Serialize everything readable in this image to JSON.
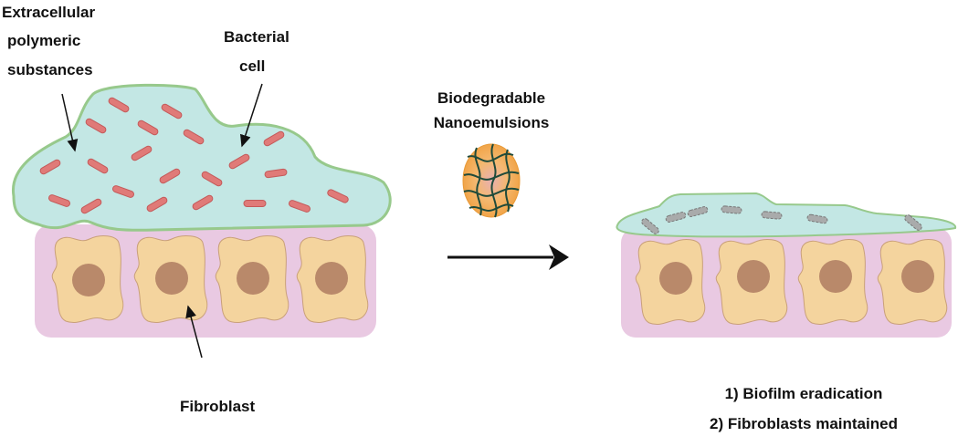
{
  "labels": {
    "eps_line1": "Extracellular",
    "eps_line2": "polymeric",
    "eps_line3": "substances",
    "bacterial_line1": "Bacterial",
    "bacterial_line2": "cell",
    "fibroblast": "Fibroblast",
    "nano_line1": "Biodegradable",
    "nano_line2": "Nanoemulsions",
    "result1": "1) Biofilm eradication",
    "result2": "2) Fibroblasts maintained"
  },
  "colors": {
    "tissue": "#e9c9e2",
    "cell": "#f4d49e",
    "nucleus": "#b9896a",
    "biofilm": "#c3e7e4",
    "biofilm_border": "#97c98c",
    "bacteria_live": "#e07a78",
    "bacteria_dead": "#a9abab",
    "nanoemulsion": "#f2a645"
  }
}
